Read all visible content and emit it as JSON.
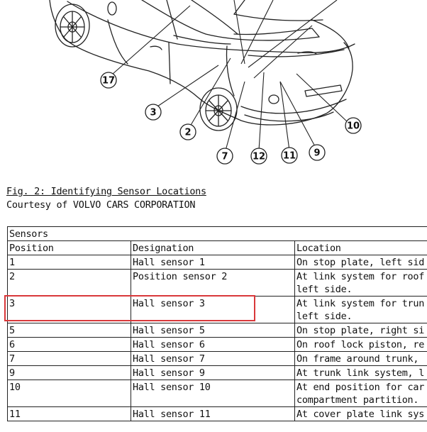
{
  "figure": {
    "callouts": [
      "17",
      "3",
      "2",
      "7",
      "12",
      "11",
      "9",
      "10"
    ],
    "title": "Fig. 2: Identifying Sensor Locations",
    "credit": "Courtesy of VOLVO CARS CORPORATION"
  },
  "table": {
    "group_header": "Sensors",
    "columns": [
      "Position",
      "Designation",
      "Location"
    ],
    "rows": [
      {
        "position": "1",
        "designation": "Hall sensor 1",
        "location": [
          "On stop plate, left sid"
        ]
      },
      {
        "position": "2",
        "designation": "Position sensor 2",
        "location": [
          "At link system for roof",
          "left side."
        ]
      },
      {
        "position": "3",
        "designation": "Hall sensor 3",
        "location": [
          "At link system for trun",
          "left side."
        ]
      },
      {
        "position": "5",
        "designation": "Hall sensor 5",
        "location": [
          "On stop plate, right si"
        ]
      },
      {
        "position": "6",
        "designation": "Hall sensor 6",
        "location": [
          "On roof lock piston, re"
        ]
      },
      {
        "position": "7",
        "designation": "Hall sensor 7",
        "location": [
          "On frame around trunk,"
        ]
      },
      {
        "position": "9",
        "designation": "Hall sensor 9",
        "location": [
          "At trunk link system, l"
        ]
      },
      {
        "position": "10",
        "designation": "Hall sensor 10",
        "location": [
          "At end position for car",
          "compartment partition."
        ]
      },
      {
        "position": "11",
        "designation": "Hall sensor 11",
        "location": [
          "At cover plate link sys"
        ]
      }
    ]
  },
  "highlight": {
    "color": "#d9383a",
    "row_position": "3"
  }
}
